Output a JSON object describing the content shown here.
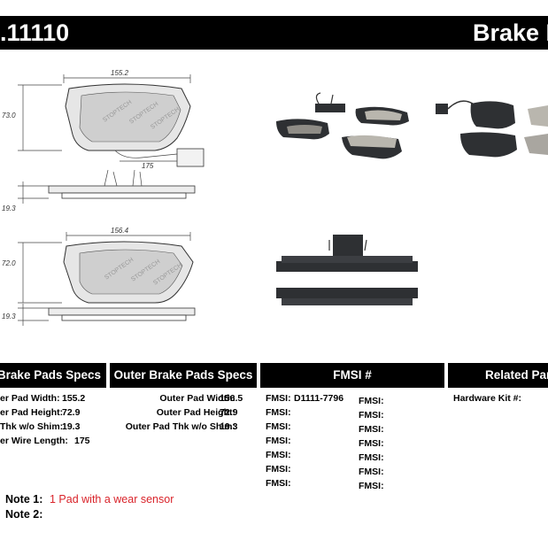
{
  "header": {
    "part_number": ".11110",
    "brand_title": "Brake F"
  },
  "drawings": {
    "top_width": "155.2",
    "top_height": "73.0",
    "wire_length": "175",
    "top_thickness": "19.3",
    "bottom_width": "156.4",
    "bottom_height": "72.0",
    "bottom_thickness": "19.3"
  },
  "columns": {
    "inner": "Brake Pads Specs",
    "outer": "Outer Brake Pads Specs",
    "fmsi": "FMSI #",
    "related": "Related Par"
  },
  "inner_specs": [
    {
      "label": "er Pad Width:",
      "value": "155.2"
    },
    {
      "label": "er Pad Height:",
      "value": "72.9"
    },
    {
      "label": "Thk w/o Shim:",
      "value": "19.3"
    },
    {
      "label": "er Wire Length:",
      "value": "175"
    }
  ],
  "outer_specs": [
    {
      "label": "Outer Pad Width:",
      "value": "156.5"
    },
    {
      "label": "Outer Pad Height:",
      "value": "72.9"
    },
    {
      "label": "Outer Pad Thk w/o Shim:",
      "value": "19.3"
    }
  ],
  "fmsi_left": [
    {
      "label": "FMSI:",
      "value": "D1111-7796"
    },
    {
      "label": "FMSI:",
      "value": ""
    },
    {
      "label": "FMSI:",
      "value": ""
    },
    {
      "label": "FMSI:",
      "value": ""
    },
    {
      "label": "FMSI:",
      "value": ""
    },
    {
      "label": "FMSI:",
      "value": ""
    },
    {
      "label": "FMSI:",
      "value": ""
    }
  ],
  "fmsi_right": [
    {
      "label": "FMSI:"
    },
    {
      "label": "FMSI:"
    },
    {
      "label": "FMSI:"
    },
    {
      "label": "FMSI:"
    },
    {
      "label": "FMSI:"
    },
    {
      "label": "FMSI:"
    },
    {
      "label": "FMSI:"
    }
  ],
  "related": {
    "hardware_label": "Hardware Kit #:"
  },
  "notes": {
    "note1_label": "Note 1:",
    "note1_text": "1 Pad with a wear sensor",
    "note2_label": "Note 2:"
  },
  "colors": {
    "header_bg": "#000000",
    "note_red": "#d9232a",
    "pad_dark": "#2e3033",
    "pad_friction": "#b9b6ae"
  }
}
